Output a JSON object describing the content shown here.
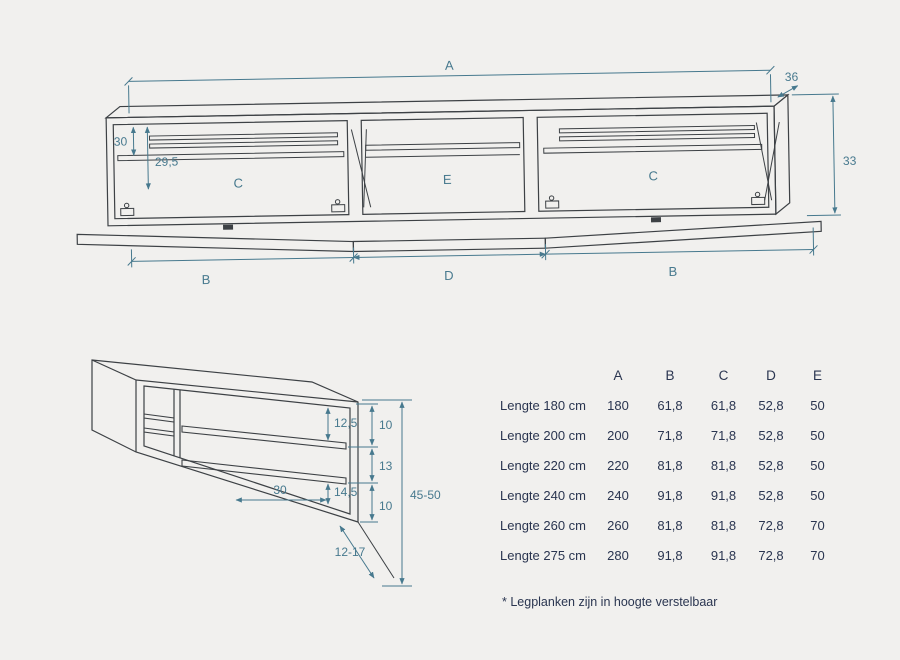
{
  "colors": {
    "background": "#f1f0ee",
    "drawing_line": "#3d4145",
    "dimension": "#47798e",
    "table_text": "#2a3550"
  },
  "front_view": {
    "labels": {
      "a": "A",
      "depth": "36",
      "d30": "30",
      "d29_5": "29,5",
      "c_left": "C",
      "e": "E",
      "c_right": "C",
      "height": "33",
      "b_left": "B",
      "d": "D",
      "b_right": "B"
    }
  },
  "perspective_view": {
    "labels": {
      "d12_5": "12,5",
      "d10_top": "10",
      "d13": "13",
      "d14_5": "14,5",
      "d30": "30",
      "d10_bottom": "10",
      "d45_50": "45-50",
      "d12_17": "12-17"
    }
  },
  "table": {
    "columns": [
      "A",
      "B",
      "C",
      "D",
      "E"
    ],
    "rows": [
      {
        "label": "Lengte 180 cm",
        "values": [
          "180",
          "61,8",
          "61,8",
          "52,8",
          "50"
        ]
      },
      {
        "label": "Lengte 200 cm",
        "values": [
          "200",
          "71,8",
          "71,8",
          "52,8",
          "50"
        ]
      },
      {
        "label": "Lengte 220 cm",
        "values": [
          "220",
          "81,8",
          "81,8",
          "52,8",
          "50"
        ]
      },
      {
        "label": "Lengte 240 cm",
        "values": [
          "240",
          "91,8",
          "91,8",
          "52,8",
          "50"
        ]
      },
      {
        "label": "Lengte 260 cm",
        "values": [
          "260",
          "81,8",
          "81,8",
          "72,8",
          "70"
        ]
      },
      {
        "label": "Lengte 275 cm",
        "values": [
          "280",
          "91,8",
          "91,8",
          "72,8",
          "70"
        ]
      }
    ]
  },
  "footnote": "* Legplanken zijn in hoogte verstelbaar"
}
